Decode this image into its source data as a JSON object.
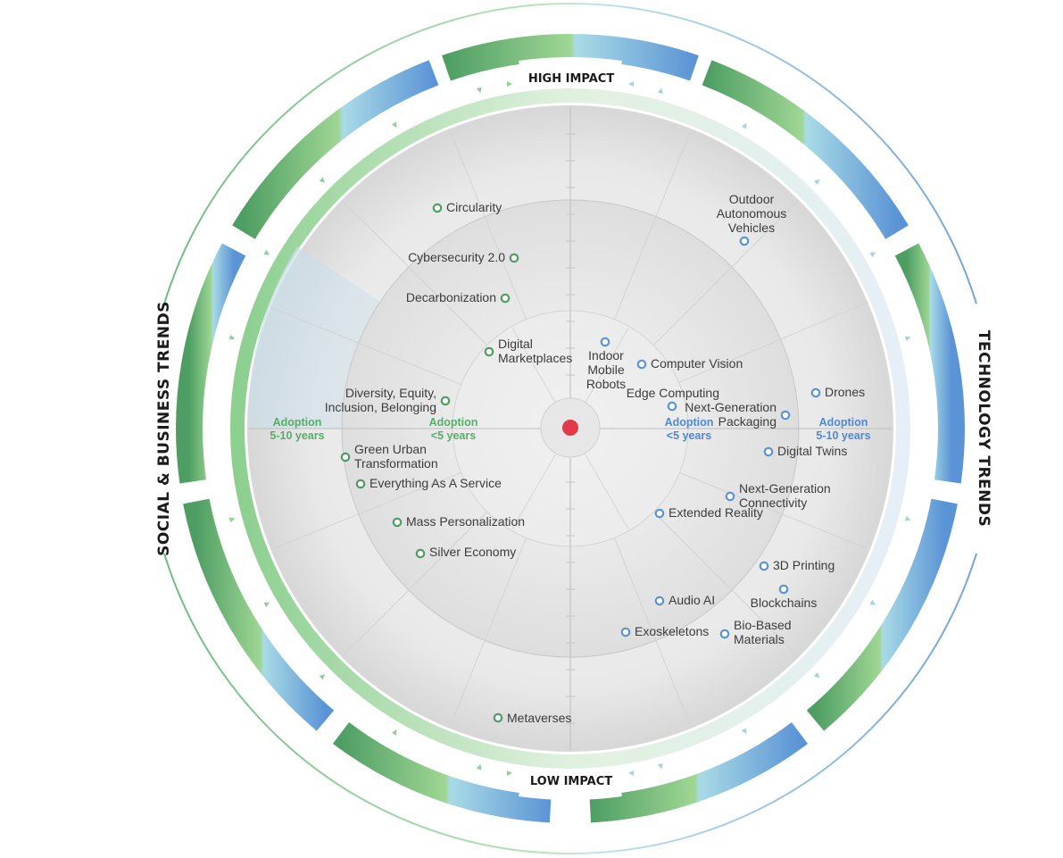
{
  "headings": {
    "high_impact": "HIGH IMPACT",
    "low_impact": "LOW IMPACT",
    "left_side": "SOCIAL & BUSINESS TRENDS",
    "right_side": "TECHNOLOGY TRENDS"
  },
  "adoption_labels": {
    "left_outer": [
      "Adoption",
      "5-10 years"
    ],
    "left_inner": [
      "Adoption",
      "<5 years"
    ],
    "right_inner": [
      "Adoption",
      "<5 years"
    ],
    "right_outer": [
      "Adoption",
      "5-10 years"
    ]
  },
  "colors": {
    "social": "#4e9e63",
    "social_light": "#9fd694",
    "tech": "#5b94d6",
    "tech_light": "#a9dbe6",
    "center_dot": "#e23a4a"
  },
  "trends": {
    "social": [
      {
        "lines": [
          "Circularity"
        ]
      },
      {
        "lines": [
          "Cybersecurity 2.0"
        ]
      },
      {
        "lines": [
          "Decarbonization"
        ]
      },
      {
        "lines": [
          "Digital",
          "Marketplaces"
        ]
      },
      {
        "lines": [
          "Diversity, Equity,",
          "Inclusion, Belonging"
        ]
      },
      {
        "lines": [
          "Green Urban",
          "Transformation"
        ]
      },
      {
        "lines": [
          "Everything As A Service"
        ]
      },
      {
        "lines": [
          "Mass Personalization"
        ]
      },
      {
        "lines": [
          "Silver Economy"
        ]
      },
      {
        "lines": [
          "Metaverses"
        ]
      }
    ],
    "technology": [
      {
        "lines": [
          "Outdoor",
          "Autonomous",
          "Vehicles"
        ]
      },
      {
        "lines": [
          "Indoor",
          "Mobile",
          "Robots"
        ]
      },
      {
        "lines": [
          "Computer Vision"
        ]
      },
      {
        "lines": [
          "Edge Computing"
        ]
      },
      {
        "lines": [
          "Next-Generation",
          "Packaging"
        ]
      },
      {
        "lines": [
          "Drones"
        ]
      },
      {
        "lines": [
          "Digital Twins"
        ]
      },
      {
        "lines": [
          "Next-Generation",
          "Connectivity"
        ]
      },
      {
        "lines": [
          "Extended Reality"
        ]
      },
      {
        "lines": [
          "3D Printing"
        ]
      },
      {
        "lines": [
          "Blockchains"
        ]
      },
      {
        "lines": [
          "Audio AI"
        ]
      },
      {
        "lines": [
          "Exoskeletons"
        ]
      },
      {
        "lines": [
          "Bio-Based",
          "Materials"
        ]
      }
    ]
  }
}
